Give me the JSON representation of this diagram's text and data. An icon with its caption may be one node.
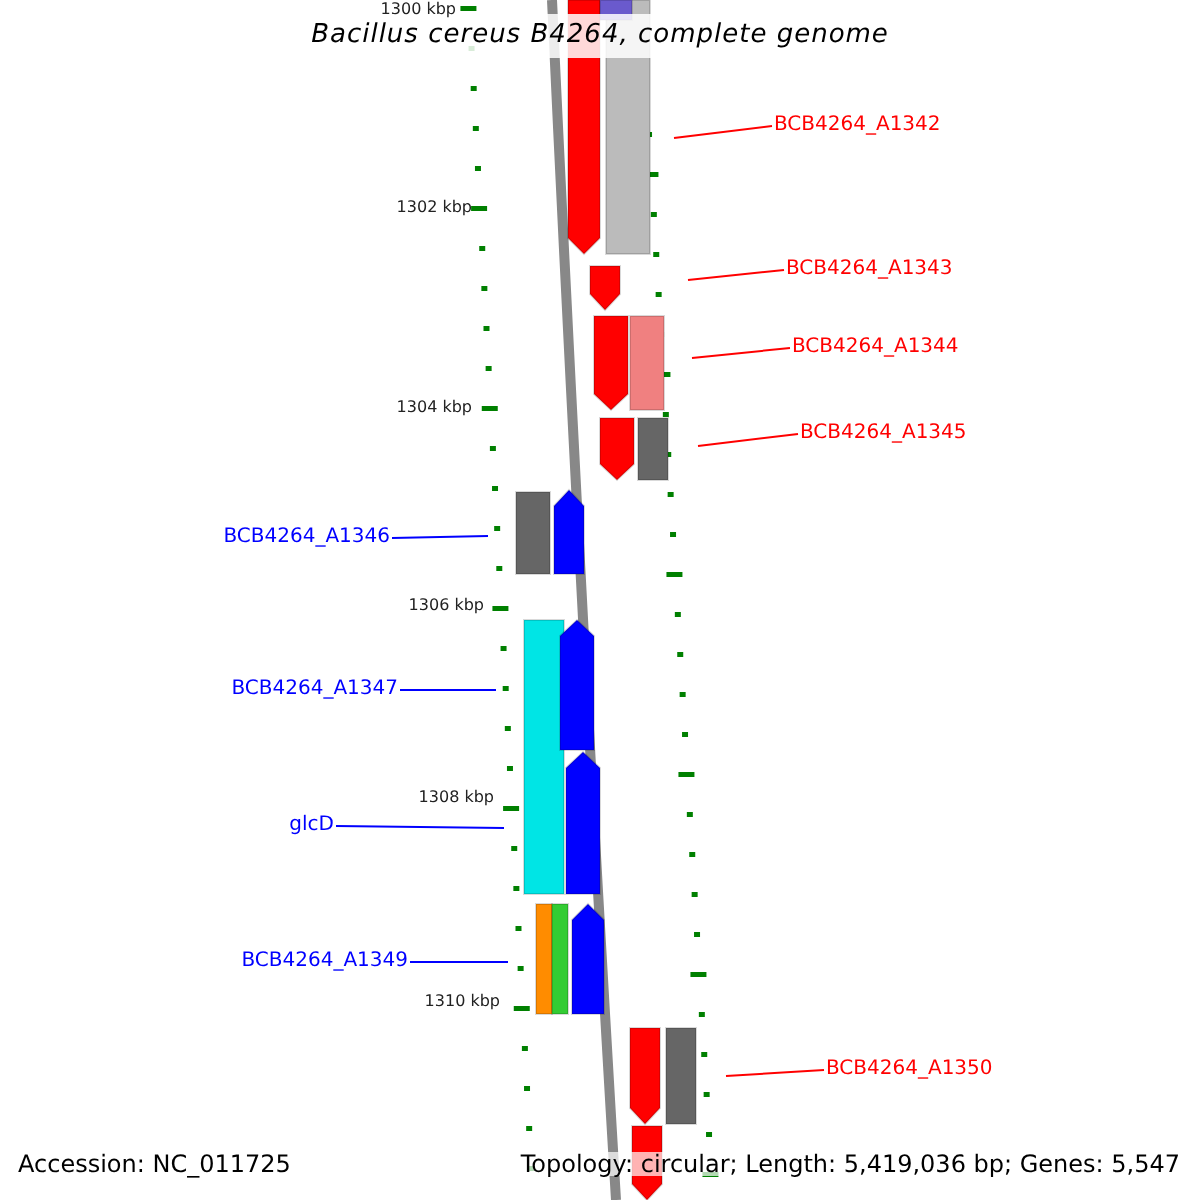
{
  "diagram": {
    "title": "Bacillus cereus B4264, complete genome",
    "nodes": [
      {
        "text": [
          "BCB4264_A1342"
        ]
      },
      {
        "text": [
          "BCB4264_A1343"
        ]
      },
      {
        "text": [
          "BCB4264_A1344"
        ]
      },
      {
        "text": [
          "BCB4264_A1345"
        ]
      },
      {
        "text": [
          "BCB4264_A1346"
        ]
      },
      {
        "text": [
          "BCB4264_A1347"
        ]
      },
      {
        "text": [
          "glcD"
        ]
      },
      {
        "text": [
          "BCB4264_A1349"
        ]
      },
      {
        "text": [
          "BCB4264_A1350"
        ]
      }
    ],
    "edges": [
      {
        "from": 0,
        "to": null,
        "arrow": "none"
      },
      {
        "from": 1,
        "to": null,
        "arrow": "none"
      },
      {
        "from": 2,
        "to": null,
        "arrow": "none"
      },
      {
        "from": 3,
        "to": null,
        "arrow": "none"
      },
      {
        "from": 4,
        "to": null,
        "arrow": "none",
        "color": "#0000ff"
      },
      {
        "from": 5,
        "to": null,
        "arrow": "none",
        "color": "#0000ff"
      },
      {
        "from": 6,
        "to": null,
        "arrow": "none",
        "color": "#0000ff"
      },
      {
        "from": 7,
        "to": null,
        "arrow": "none",
        "color": "#0000ff"
      },
      {
        "from": 8,
        "to": null,
        "arrow": "none"
      }
    ],
    "labels": [
      "1300 kbp",
      "1302 kbp",
      "1304 kbp",
      "1306 kbp",
      "1308 kbp",
      "1310 kbp",
      "Accession: NC_011725",
      "Topology: circular; Length: 5,419,036 bp; Genes: 5,547"
    ]
  }
}
